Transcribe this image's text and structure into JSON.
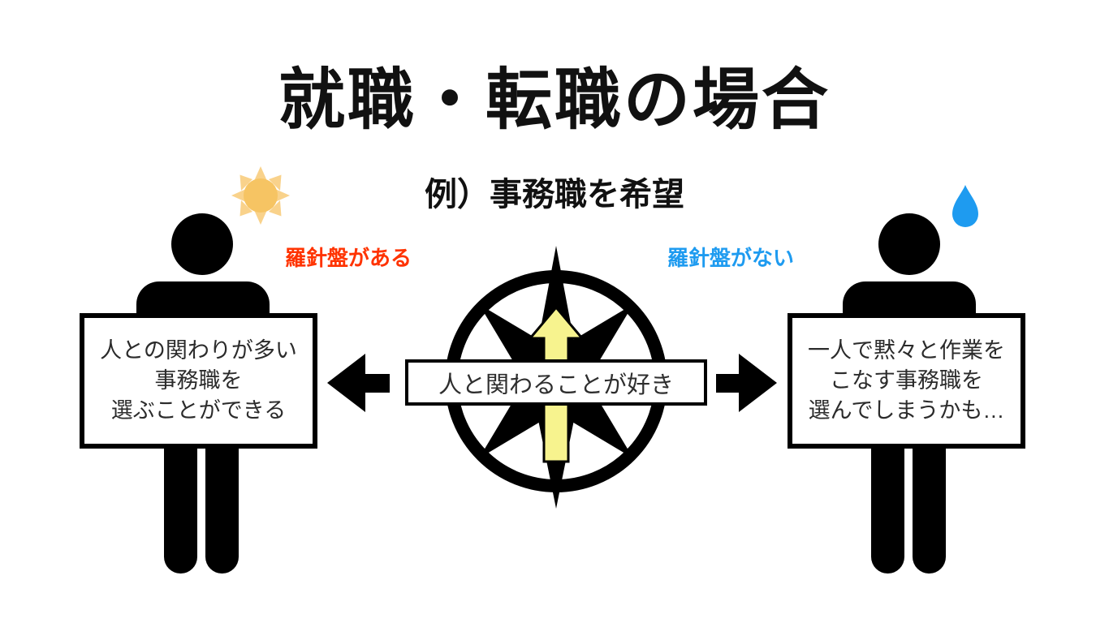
{
  "slide": {
    "title": "就職・転職の場合",
    "subtitle": "例）事務職を希望"
  },
  "left": {
    "icon": "sun-icon",
    "label": "羅針盤がある",
    "label_color": "#ff3300",
    "box_lines": [
      "人との関わりが多い",
      "事務職を",
      "選ぶことができる"
    ]
  },
  "right": {
    "icon": "water-drop-icon",
    "label": "羅針盤がない",
    "label_color": "#1e9bf0",
    "box_lines": [
      "一人で黙々と作業を",
      "こなす事務職を",
      "選んでしまうかも…"
    ]
  },
  "center": {
    "caption": "人と関わることが好き"
  },
  "colors": {
    "figure": "#000000",
    "sun_core": "#f6c463",
    "sun_rays": "#f9d28b",
    "water_drop": "#1e9bf0",
    "compass": "#000000",
    "compass_arrow_fill": "#f7f38e",
    "side_arrows": "#000000",
    "box_border": "#000000",
    "background": "#ffffff"
  }
}
